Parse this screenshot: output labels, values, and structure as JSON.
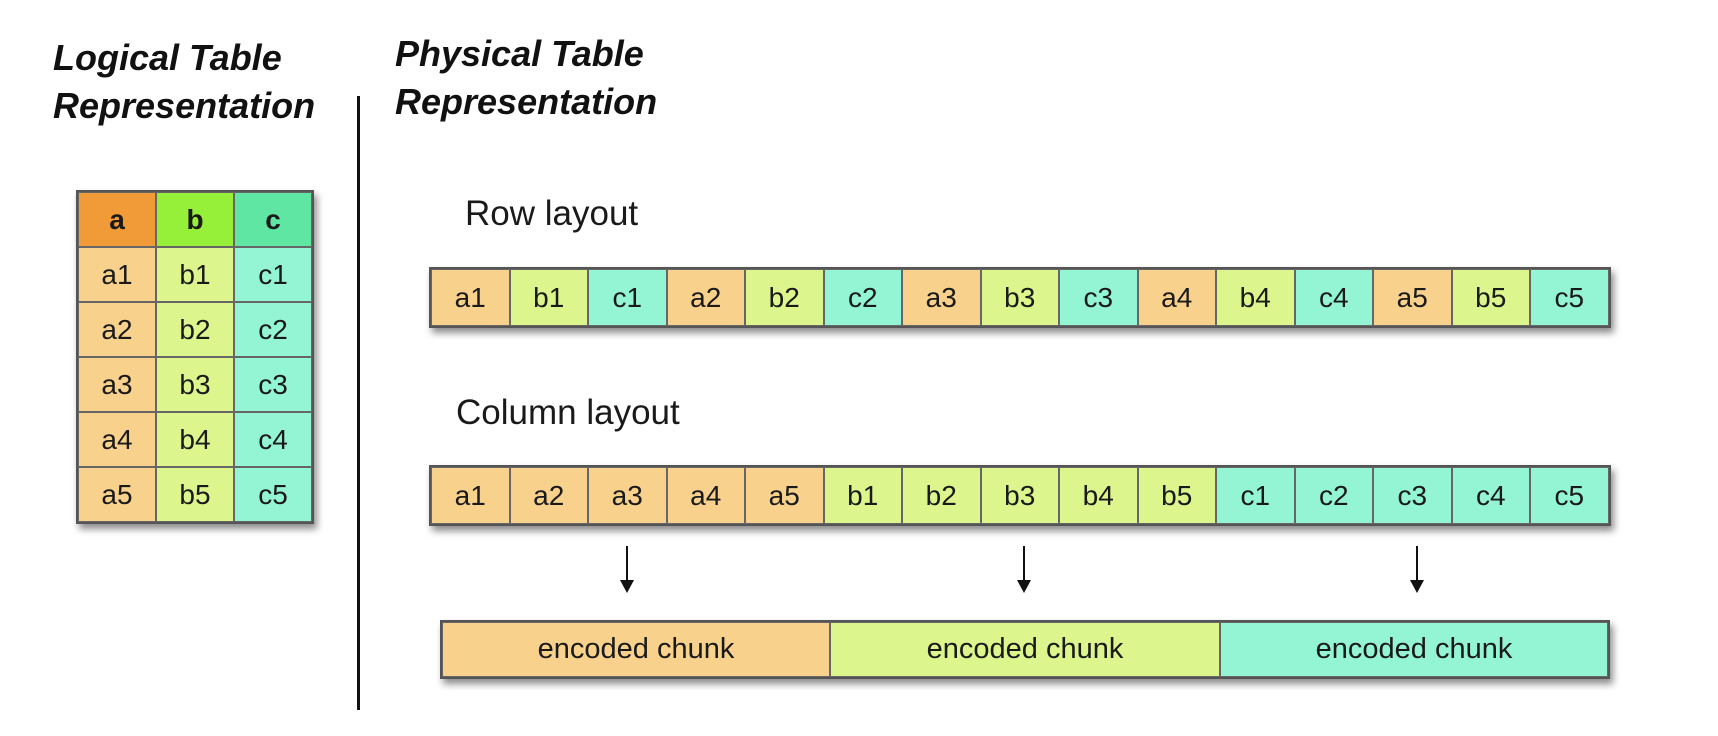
{
  "headings": {
    "logical": [
      "Logical Table",
      "Representation"
    ],
    "physical": [
      "Physical Table",
      "Representation"
    ]
  },
  "labels": {
    "row_layout": "Row layout",
    "column_layout": "Column layout"
  },
  "colors": {
    "a_header": "#f09a38",
    "b_header": "#96f03a",
    "c_header": "#5ee6a2",
    "a_cell": "#f8d18c",
    "b_cell": "#dcf58c",
    "c_cell": "#94f5d4"
  },
  "logical_table": {
    "headers": [
      "a",
      "b",
      "c"
    ],
    "rows": [
      [
        "a1",
        "b1",
        "c1"
      ],
      [
        "a2",
        "b2",
        "c2"
      ],
      [
        "a3",
        "b3",
        "c3"
      ],
      [
        "a4",
        "b4",
        "c4"
      ],
      [
        "a5",
        "b5",
        "c5"
      ]
    ]
  },
  "row_layout": [
    "a1",
    "b1",
    "c1",
    "a2",
    "b2",
    "c2",
    "a3",
    "b3",
    "c3",
    "a4",
    "b4",
    "c4",
    "a5",
    "b5",
    "c5"
  ],
  "column_layout": [
    "a1",
    "a2",
    "a3",
    "a4",
    "a5",
    "b1",
    "b2",
    "b3",
    "b4",
    "b5",
    "c1",
    "c2",
    "c3",
    "c4",
    "c5"
  ],
  "chunks": [
    "encoded chunk",
    "encoded chunk",
    "encoded chunk"
  ]
}
